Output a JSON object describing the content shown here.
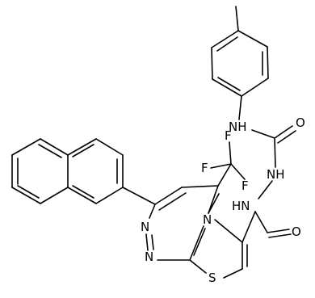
{
  "molecule": {
    "labels": {
      "nh_amide": "NH",
      "o_urea": "O",
      "nh_hydrazide_1": "NH",
      "nh_hydrazide_2": "HN",
      "o_carbonyl": "O",
      "f_top": "F",
      "f_left": "F",
      "f_right": "F",
      "n_ring": "N",
      "n_diaz_1": "N",
      "n_diaz_2": "N",
      "s_thiazole": "S"
    }
  }
}
